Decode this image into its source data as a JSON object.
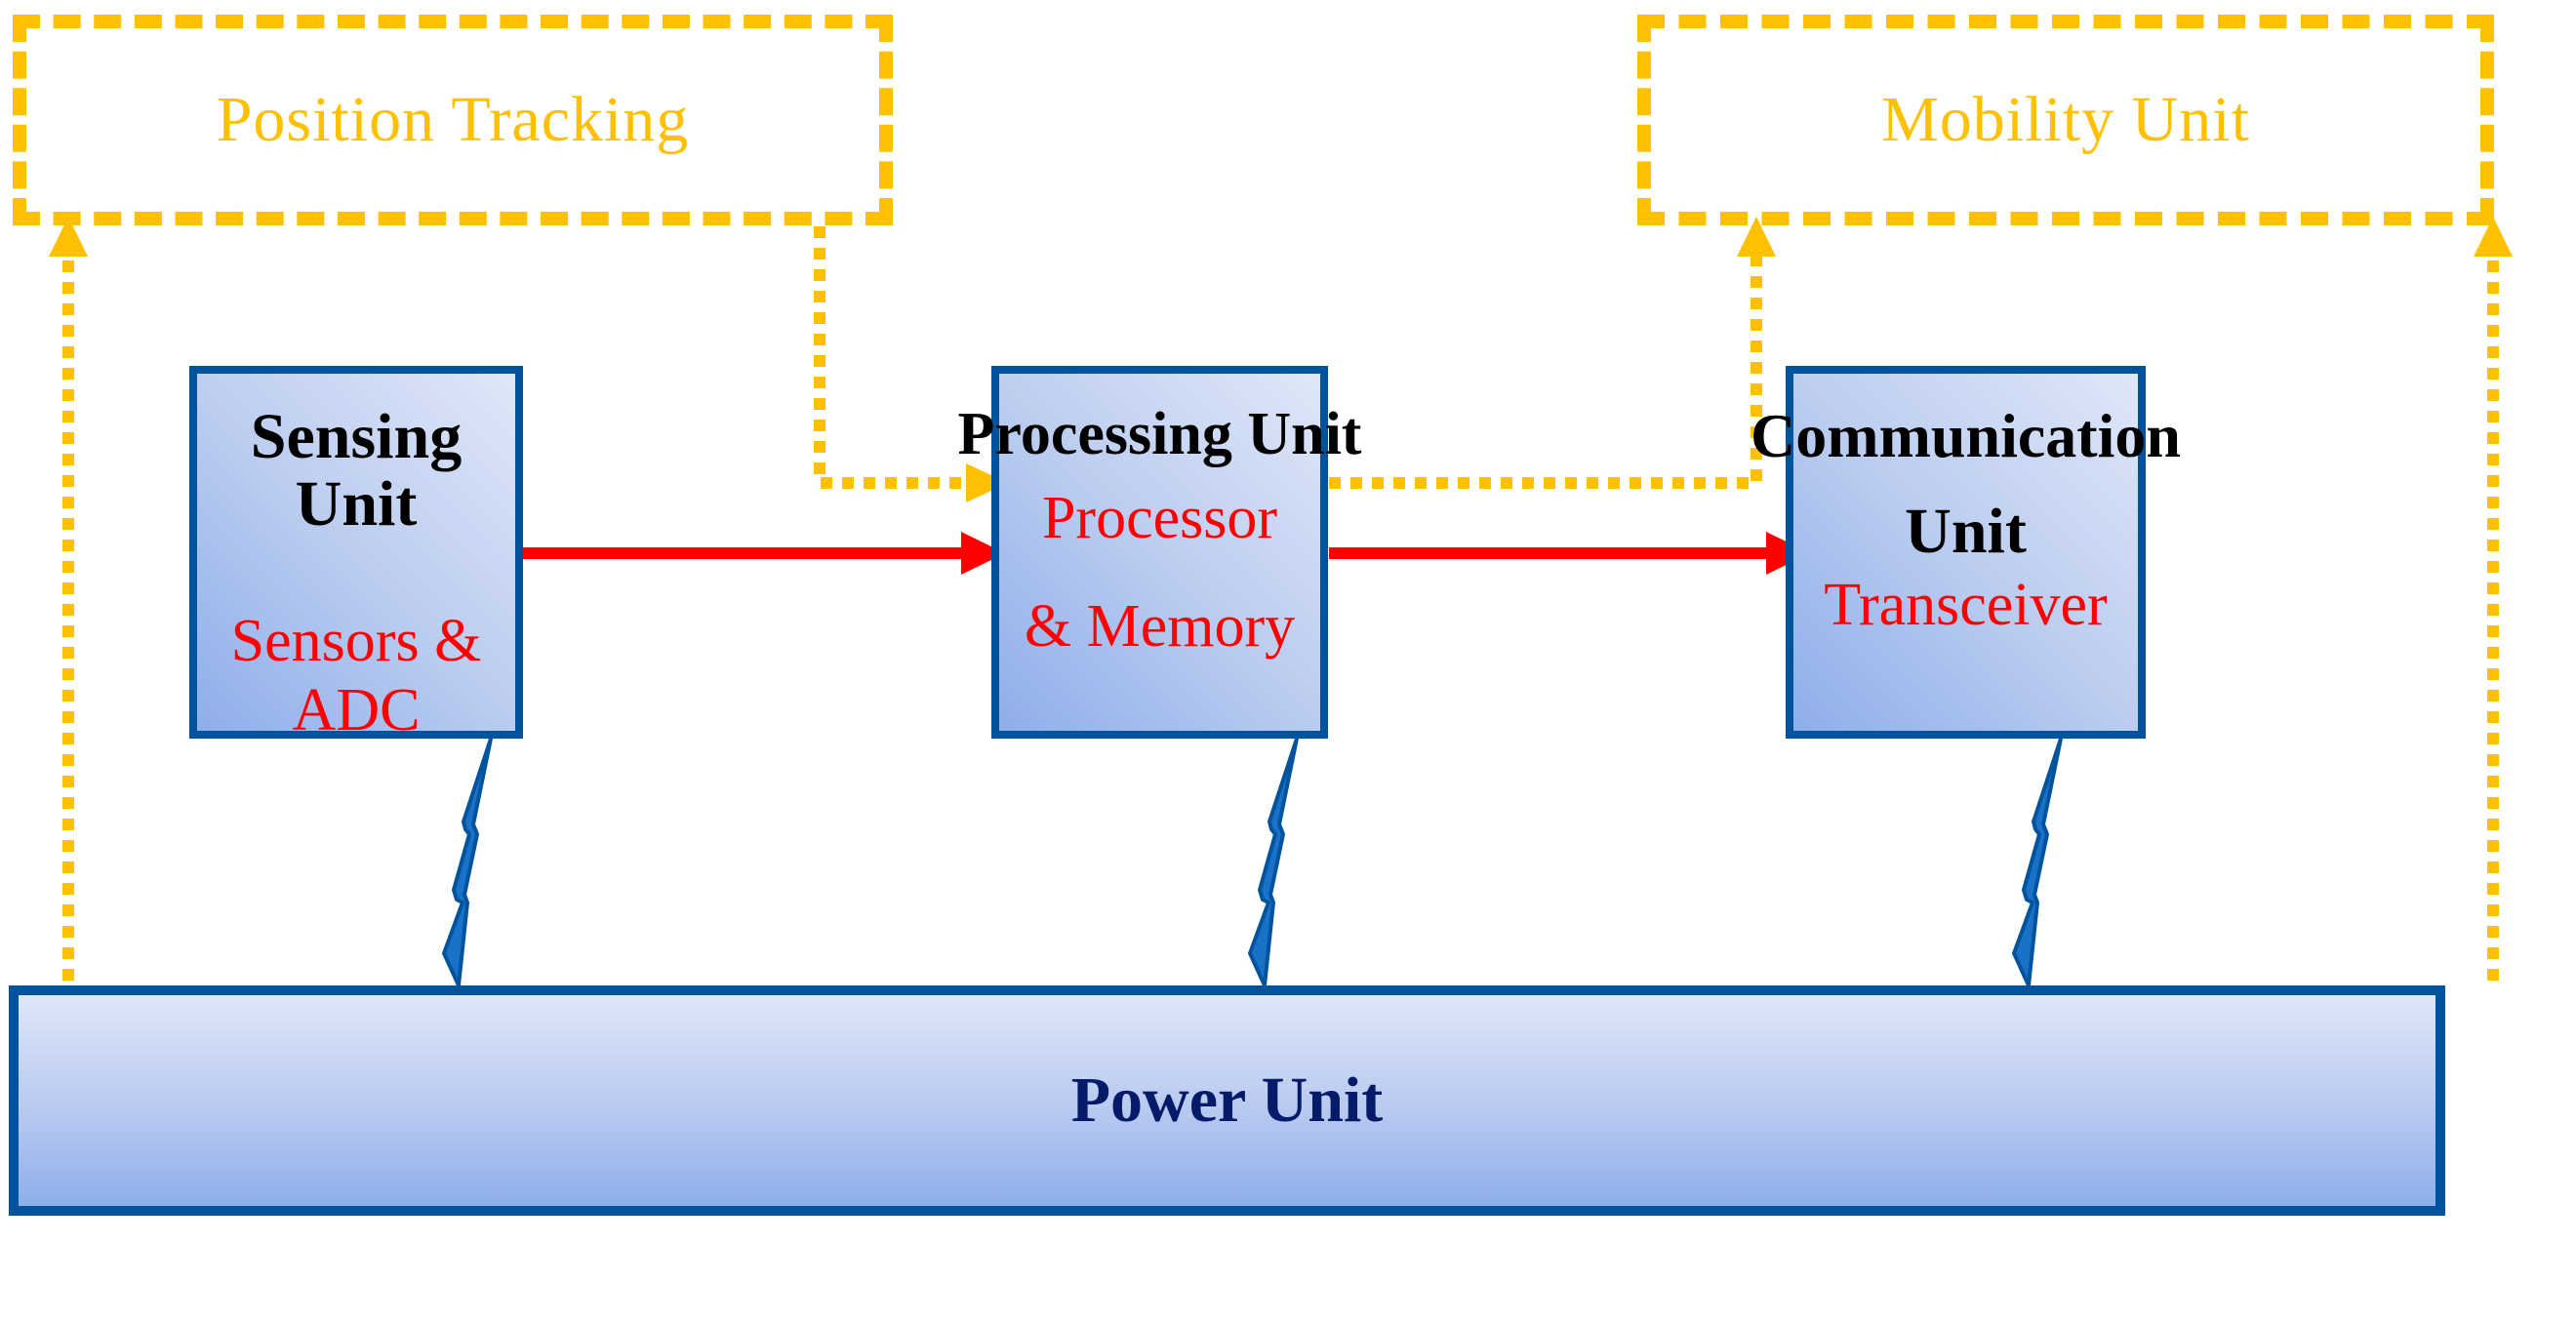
{
  "diagram": {
    "optional_blocks": {
      "position_tracking": {
        "label": "Position Tracking"
      },
      "mobility_unit": {
        "label": "Mobility Unit"
      }
    },
    "units": {
      "sensing": {
        "title": "Sensing Unit",
        "subtitle": "Sensors & ADC"
      },
      "processing": {
        "title": "Processing Unit",
        "subtitle_line1": "Processor",
        "subtitle_line2": "& Memory"
      },
      "communication": {
        "title_line1": "Communication",
        "title_line2": "Unit",
        "subtitle": "Transceiver"
      }
    },
    "power": {
      "label": "Power Unit"
    },
    "connections": [
      {
        "from": "Sensing Unit",
        "to": "Processing Unit",
        "style": "solid",
        "color": "#ff0000"
      },
      {
        "from": "Processing Unit",
        "to": "Communication Unit",
        "style": "solid",
        "color": "#ff0000"
      },
      {
        "from": "Position Tracking",
        "to": "Processing Unit",
        "style": "dotted",
        "color": "#ffc000"
      },
      {
        "from": "Processing Unit",
        "to": "Mobility Unit",
        "style": "dotted",
        "color": "#ffc000"
      },
      {
        "from": "Power Unit",
        "to": "Position Tracking",
        "style": "dotted",
        "color": "#ffc000"
      },
      {
        "from": "Power Unit",
        "to": "Mobility Unit",
        "style": "dotted",
        "color": "#ffc000"
      },
      {
        "from": "Power Unit",
        "to": "Sensing Unit",
        "style": "lightning",
        "color": "#1a72c8"
      },
      {
        "from": "Power Unit",
        "to": "Processing Unit",
        "style": "lightning",
        "color": "#1a72c8"
      },
      {
        "from": "Power Unit",
        "to": "Communication Unit",
        "style": "lightning",
        "color": "#1a72c8"
      }
    ],
    "colors": {
      "optional": "#ffc000",
      "unit_border": "#01549c",
      "data_flow": "#ff0000",
      "power_link": "#1a72c8",
      "unit_title": "#000000",
      "unit_subtitle": "#ff0000",
      "power_label": "#061a6a"
    }
  }
}
